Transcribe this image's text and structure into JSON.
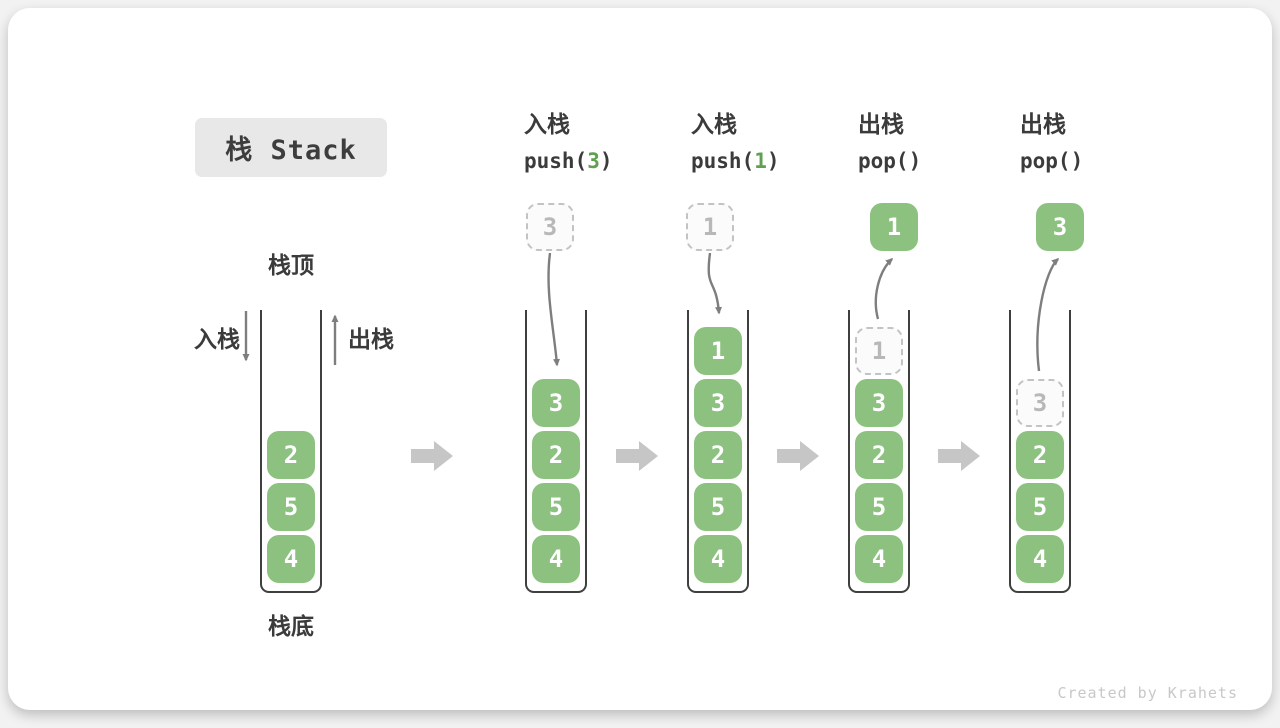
{
  "title": "栈 Stack",
  "legend": {
    "stack_top": "栈顶",
    "stack_bottom": "栈底",
    "push_label": "入栈",
    "pop_label": "出栈"
  },
  "operations": [
    {
      "name": "入栈",
      "code_prefix": "push(",
      "code_arg": "3",
      "code_suffix": ")"
    },
    {
      "name": "入栈",
      "code_prefix": "push(",
      "code_arg": "1",
      "code_suffix": ")"
    },
    {
      "name": "出栈",
      "code_prefix": "pop(",
      "code_arg": "",
      "code_suffix": ")"
    },
    {
      "name": "出栈",
      "code_prefix": "pop(",
      "code_arg": "",
      "code_suffix": ")"
    }
  ],
  "stacks": [
    {
      "cells_bottom_up": [
        "4",
        "5",
        "2"
      ]
    },
    {
      "cells_bottom_up": [
        "4",
        "5",
        "2",
        "3"
      ],
      "floating": {
        "value": "3",
        "style": "dashed",
        "flow": "in"
      }
    },
    {
      "cells_bottom_up": [
        "4",
        "5",
        "2",
        "3",
        "1"
      ],
      "floating": {
        "value": "1",
        "style": "dashed",
        "flow": "in"
      }
    },
    {
      "cells_bottom_up": [
        "4",
        "5",
        "2",
        "3"
      ],
      "ghost": "1",
      "floating": {
        "value": "1",
        "style": "solid",
        "flow": "out"
      }
    },
    {
      "cells_bottom_up": [
        "4",
        "5",
        "2"
      ],
      "ghost": "3",
      "floating": {
        "value": "3",
        "style": "solid",
        "flow": "out"
      }
    }
  ],
  "step_arrows": [
    {
      "icon": "arrow-right-icon"
    },
    {
      "icon": "arrow-right-icon"
    },
    {
      "icon": "arrow-right-icon"
    },
    {
      "icon": "arrow-right-icon"
    }
  ],
  "footer": "Created by Krahets",
  "colors": {
    "cell_green": "#8CC17F",
    "code_green": "#5FA052",
    "flow_arrow_gray": "#7E7E7E",
    "step_arrow_gray": "#C6C6C6",
    "dark_text": "#3B3B3B",
    "ghost_gray": "#B8B8B8"
  }
}
